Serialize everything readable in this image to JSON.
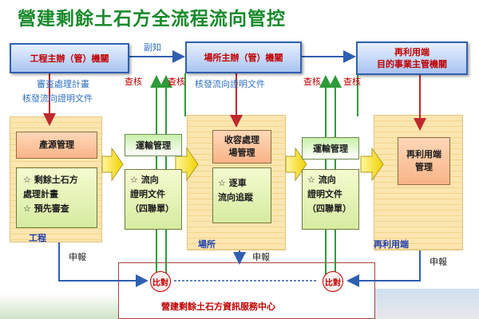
{
  "title": "營建剩餘土石方全流程流向管控",
  "agencies": {
    "engineering": "工程主辦（管）機關",
    "site": "場所主辦（管）機關",
    "reuse": "再利用端\n目的事業主管機關"
  },
  "notes": {
    "cc": "副知",
    "audit_plan": "審查處理計畫",
    "verify_flow": "核發流向證明文件",
    "site_verify_flow": "核發流向證明文件",
    "inspect_1": "查核",
    "inspect_2": "查核",
    "inspect_3": "查核",
    "inspect_4": "查核"
  },
  "columns": {
    "engineering": {
      "label": "工程",
      "head": "產源管理",
      "body": "☆ 剩餘土石方\n處理計畫\n☆ 預先審查"
    },
    "transport_1": {
      "head": "運輸管理",
      "body": "☆ 流向\n證明文件\n（四聯單）"
    },
    "site": {
      "label": "場所",
      "head": "收容處理\n場管理",
      "body": "☆ 逐車\n流向追蹤"
    },
    "transport_2": {
      "head": "運輸管理",
      "body": "☆ 流向\n證明文件\n（四聯單）"
    },
    "reuse": {
      "label": "再利用端",
      "head": "再利用端\n管理"
    }
  },
  "reports": [
    "申報",
    "申報",
    "申報"
  ],
  "compare": [
    "比對",
    "比對"
  ],
  "center": "營建剩餘土石方資訊服務中心",
  "colors": {
    "title_green": "#178a2a",
    "agency_text": "#c00000",
    "arrow_blue": "#2f5fb0",
    "arrow_green": "#2e9b3a",
    "arrow_red": "#c0282d"
  }
}
